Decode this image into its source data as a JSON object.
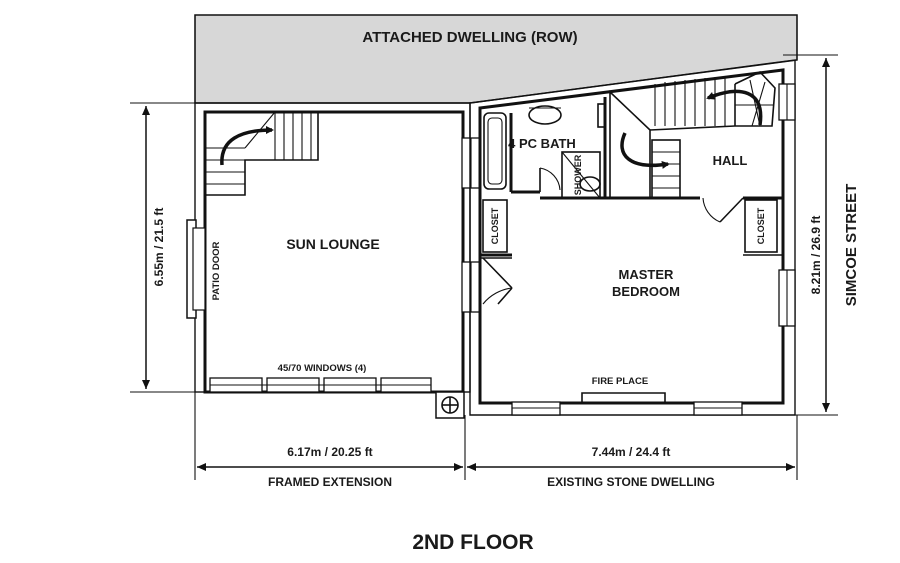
{
  "floor_title": "2ND FLOOR",
  "neighbor": {
    "label": "ATTACHED DWELLING (ROW)",
    "fill": "#d7d7d7"
  },
  "rooms": {
    "sun_lounge": "SUN LOUNGE",
    "master_bedroom_line1": "MASTER",
    "master_bedroom_line2": "BEDROOM",
    "bath": "4 PC BATH",
    "hall": "HALL",
    "shower": "SHOWER",
    "closet_left": "CLOSET",
    "closet_right": "CLOSET"
  },
  "features": {
    "patio_door": "PATIO DOOR",
    "windows": "45/70 WINDOWS (4)",
    "fireplace": "FIRE PLACE"
  },
  "street": "SIMCOE STREET",
  "dimensions": {
    "left_height": "6.55m / 21.5 ft",
    "right_height": "8.21m / 26.9 ft",
    "extension_width": "6.17m / 20.25 ft",
    "dwelling_width": "7.44m / 24.4 ft"
  },
  "sections": {
    "extension": "FRAMED EXTENSION",
    "dwelling": "EXISTING STONE DWELLING"
  }
}
